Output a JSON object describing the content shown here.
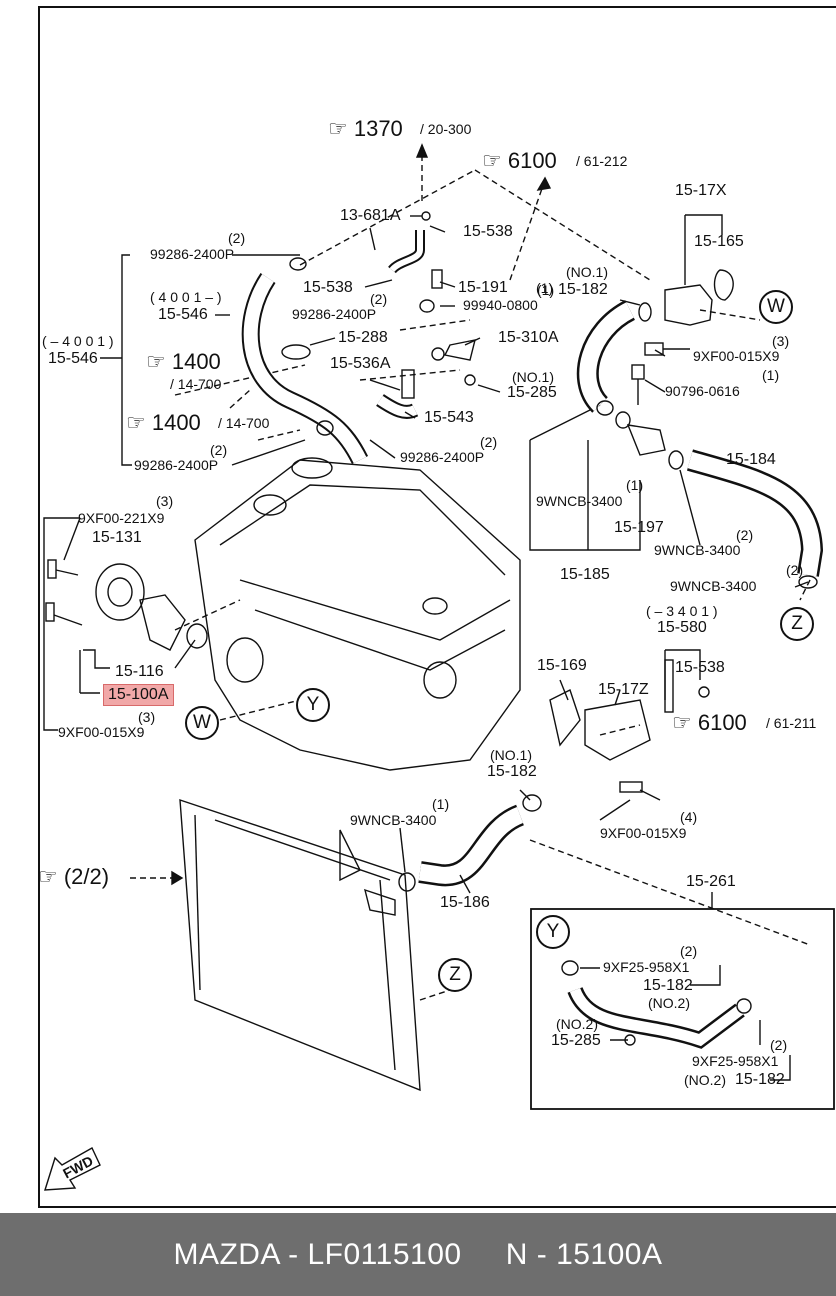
{
  "footer": {
    "text": "MAZDA - LF0115100     N - 15100A"
  },
  "labels": {
    "ref_1370": "1370",
    "ref_1370_sub": "/ 20-300",
    "ref_6100_top": "6100",
    "ref_6100_top_sub": "/ 61-212",
    "ref_1400_a": "1400",
    "ref_1400_a_sub": "/ 14-700",
    "ref_1400_b": "1400",
    "ref_1400_b_sub": "/ 14-700",
    "ref_6100_mid": "6100",
    "ref_6100_mid_sub": "/ 61-211",
    "ref_2_2": "(2/2)",
    "l_13681a": "13-681A",
    "l_15538_a": "15-538",
    "l_15538_b": "15-538",
    "l_15191": "15-191",
    "l_99286_a_q": "(2)",
    "l_99286_a": "99286-2400P",
    "l_4001": "( 4 0 0 1 – )",
    "l_15546_a": "15-546",
    "l_m4001": "( – 4 0 0 1 )",
    "l_15546_b": "15-546",
    "l_99286_b_q": "(2)",
    "l_99286_b": "99286-2400P",
    "l_99940_q": "(1)",
    "l_99940": "99940-0800",
    "l_15288": "15-288",
    "l_15310a": "15-310A",
    "l_15536a": "15-536A",
    "l_no1_a": "(NO.1)",
    "l_15285_a": "15-285",
    "l_15543": "15-543",
    "l_99286_c_q": "(2)",
    "l_99286_c": "99286-2400P",
    "l_99286_d_q": "(2)",
    "l_99286_d": "99286-2400P",
    "l_1517x": "15-17X",
    "l_15165": "15-165",
    "l_no1_b": "(NO.1)",
    "l_15182_a_q": "(1)",
    "l_15182_a": "15-182",
    "l_9xf00_a_q": "(3)",
    "l_9xf00_a": "9XF00-015X9",
    "l_90796_q": "(1)",
    "l_90796": "90796-0616",
    "l_15184": "15-184",
    "l_9wncb_a_q": "(1)",
    "l_9wncb_a": "9WNCB-3400",
    "l_15197": "15-197",
    "l_9wncb_b_q": "(2)",
    "l_9wncb_b": "9WNCB-3400",
    "l_15185": "15-185",
    "l_9wncb_c_q": "(2)",
    "l_9wncb_c": "9WNCB-3400",
    "l_9xf00221_q": "(3)",
    "l_9xf00221": "9XF00-221X9",
    "l_15131": "15-131",
    "l_15116": "15-116",
    "l_15100a": "15-100A",
    "l_9xf00_b_q": "(3)",
    "l_9xf00_b": "9XF00-015X9",
    "l_m3401": "( – 3 4 0 1 )",
    "l_15580": "15-580",
    "l_15538_c": "15-538",
    "l_15169": "15-169",
    "l_1517z": "15-17Z",
    "l_no1_c": "(NO.1)",
    "l_15182_b": "15-182",
    "l_9wncb_d_q": "(1)",
    "l_9wncb_d": "9WNCB-3400",
    "l_9xf00_c_q": "(4)",
    "l_9xf00_c": "9XF00-015X9",
    "l_15186": "15-186",
    "l_15261": "15-261",
    "l_9xf25_a_q": "(2)",
    "l_9xf25_a": "9XF25-958X1",
    "l_15182_c": "15-182",
    "l_no2_a": "(NO.2)",
    "l_no2_b": "(NO.2)",
    "l_15285_b": "15-285",
    "l_9xf25_b_q": "(2)",
    "l_9xf25_b": "9XF25-958X1",
    "l_no2_c": "(NO.2)",
    "l_15182_d": "15-182",
    "fwd": "FWD",
    "circle_w1": "W",
    "circle_w2": "W",
    "circle_y1": "Y",
    "circle_y2": "Y",
    "circle_z1": "Z",
    "circle_z2": "Z"
  },
  "highlight_color": "#f1a8a8",
  "footer_color": "#6e6e6e"
}
